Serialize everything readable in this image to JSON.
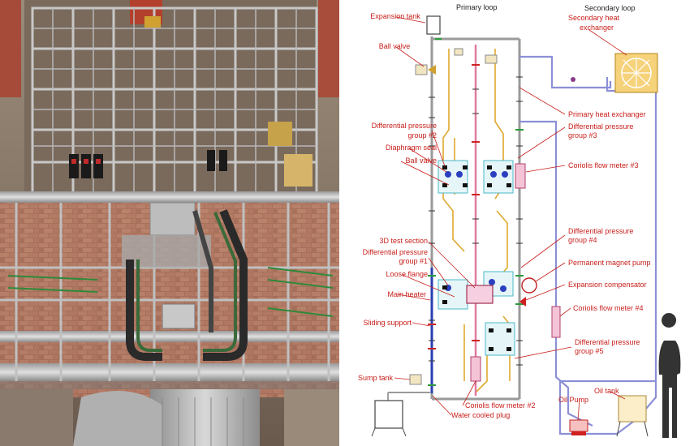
{
  "titles": {
    "primary_loop": "Primary loop",
    "secondary_loop": "Secondary loop"
  },
  "labels": {
    "expansion_tank": "Expansion tank",
    "ball_valve_top": "Ball valve",
    "dp_group_2_a": "Differential pressure",
    "dp_group_2_b": "group #2",
    "diaphragm_seal": "Diaphragm seal",
    "ball_valve_mid": "Ball valve",
    "test_section_3d": "3D test section",
    "dp_group_1_a": "Differential pressure",
    "dp_group_1_b": "group #1",
    "loose_flange": "Loose flange",
    "main_heater": "Main heater",
    "sliding_support": "Sliding support",
    "sump_tank": "Sump tank",
    "coriolis_2": "Coriolis flow meter #2",
    "water_cooled_plug": "Water cooled plug",
    "secondary_hx_a": "Secondary heat",
    "secondary_hx_b": "exchanger",
    "primary_hx": "Primary heat exchanger",
    "dp_group_3_a": "Differential pressure",
    "dp_group_3_b": "group #3",
    "coriolis_3": "Coriolis flow meter #3",
    "dp_group_4_a": "Differential pressure",
    "dp_group_4_b": "group #4",
    "pm_pump": "Permanent magnet pump",
    "expansion_comp": "Expansion compensator",
    "coriolis_4": "Coriolis flow meter #4",
    "dp_group_5_a": "Differential pressure",
    "dp_group_5_b": "group #5",
    "oil_tank": "Oil tank",
    "oil_pump": "Oil Pump"
  },
  "colors": {
    "label_red": "#c8201c",
    "pipe_gray": "#9a9a9a",
    "pipe_yellow": "#e0a82e",
    "pipe_pink": "#e07aa0",
    "pipe_blue": "#2a3fb0",
    "pipe_lavender": "#8c8fd6",
    "hx_gold": "#f0b020",
    "cyan_box": "#4ab8c8"
  }
}
